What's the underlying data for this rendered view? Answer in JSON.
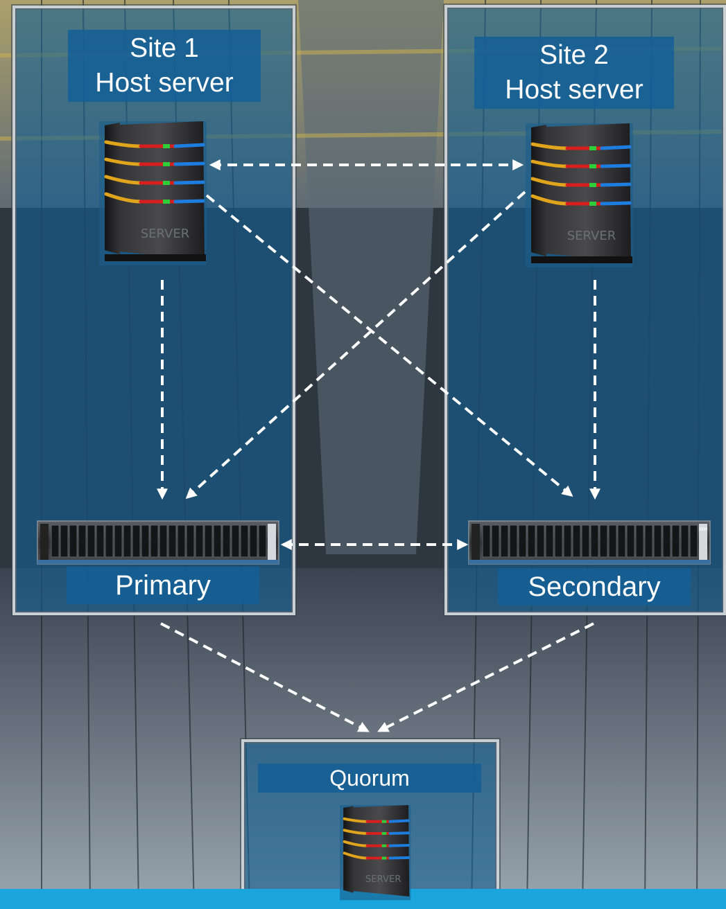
{
  "site1": {
    "title_line1": "Site 1",
    "title_line2": "Host server"
  },
  "site2": {
    "title_line1": "Site 2",
    "title_line2": "Host server"
  },
  "primary": {
    "label": "Primary"
  },
  "secondary": {
    "label": "Secondary"
  },
  "quorum": {
    "label": "Quorum"
  },
  "server_badge": "SERVER",
  "storage_badge": "IBM",
  "colors": {
    "panel": "#145f91",
    "label_bg": "#145f96",
    "panel_border": "#c9cfd3",
    "arrow": "#ffffff",
    "accent_bar": "#1aa6dc"
  },
  "icons": {
    "host_server": "tower-server-icon",
    "storage": "rack-storage-array-icon",
    "quorum": "tower-server-icon"
  }
}
